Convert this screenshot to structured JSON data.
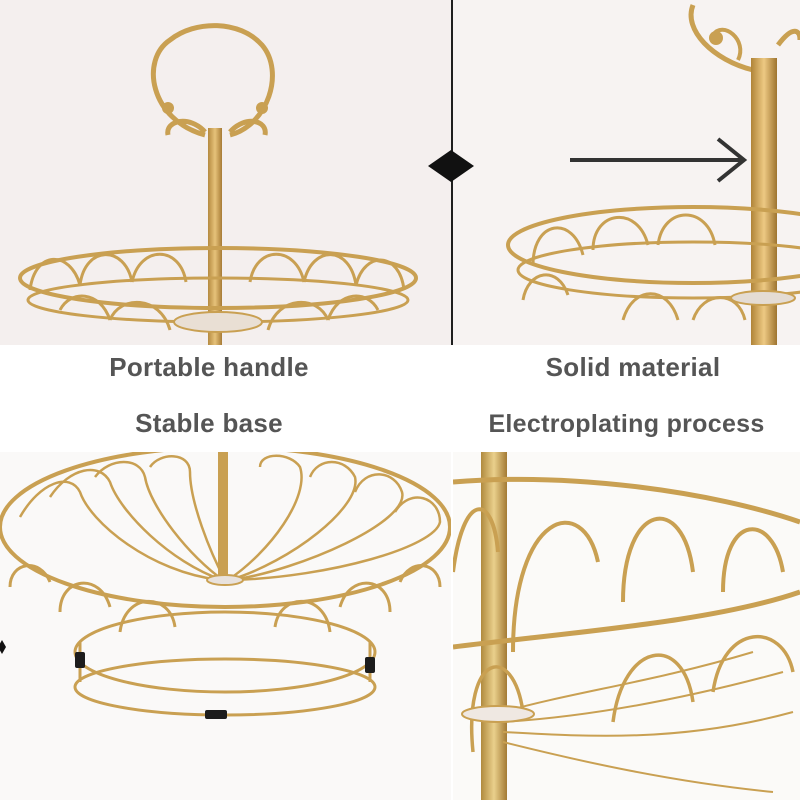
{
  "captions": {
    "top_left": "Portable handle",
    "top_right": "Solid material",
    "middle_left": "Stable base",
    "middle_right": "Electroplating process"
  },
  "colors": {
    "gold": "#c9a052",
    "gold_dark": "#a8803c",
    "caption_text": "#555555",
    "arrow": "#333333"
  },
  "icons": {
    "arrow": "arrow-right-icon",
    "diamond": "diamond-marker-icon"
  }
}
